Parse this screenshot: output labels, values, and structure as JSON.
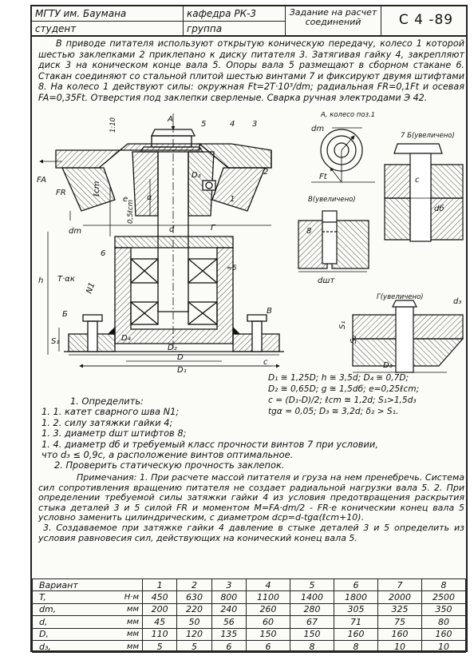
{
  "header": {
    "org": "МГТУ им. Баумана",
    "department": "кафедра РК-3",
    "task": "Задание на расчет соединений",
    "student": "студент",
    "group": "группа",
    "code": "С 4 -89"
  },
  "intro": "В приводе питателя используют открытую коническую передачу, колесо 1 которой шестью заклепками 2 приклепано к диску питателя 3. Затягивая гайку 4, закрепляют диск 3 на коническом конце вала 5. Опоры вала 5 размещают в сборном стакане 6. Стакан соединяют со стальной плитой шестью винтами 7 и фиксируют двумя штифтами 8. На колесо 1 действуют силы: окружная Ft=2T·10³/dm; радиальная FR=0,1Ft и осевая FA=0,35Ft. Отверстия под заклепки сверленые. Сварка ручная электродами Э 42.",
  "drawing": {
    "labels": {
      "a": "А",
      "n5": "5",
      "n4": "4",
      "n3": "3",
      "n2": "2",
      "n1": "1",
      "n6": "6",
      "n8": "8",
      "d3": "D₃",
      "fa": "FA",
      "fr": "FR",
      "ft": "Ft",
      "dm": "dm",
      "dm2": "dm",
      "lcm": "ℓcm",
      "alpha": "α",
      "d05": "0,5ℓcm",
      "dsm": "d",
      "dd": "D",
      "d1": "D₁",
      "d2": "D₂",
      "d4": "D₄",
      "h": "h",
      "s1": "S₁",
      "tak": "T·αк",
      "n1w": "N1",
      "b": "Б",
      "v": "В",
      "c": "c",
      "e": "е",
      "wheel_note": "А, колесо поз.1",
      "b_zoom": "7 Б(увеличено)",
      "v_zoom": "В(увеличено)",
      "g_zoom": "Г(увеличено)",
      "d3_small": "d₃",
      "db": "dб",
      "dsht": "dшт",
      "g": "Г",
      "s1b": "S₁",
      "s2": "S₂",
      "d3b": "D₃",
      "dim_10": "1:10",
      "gap": "≈5"
    }
  },
  "formulas": [
    "D₁ ≅ 1,25D;   h ≅ 3,5d;   D₄ ≅ 0,7D;",
    "D₂ ≅ 0,65D;   g ≅ 1,5dб;   e=0,25ℓcm;",
    "c = (D₁-D)/2;  ℓcm ≅ 1,2d;  S₁>1,5d₃",
    "tgα = 0,05;          D₃ ≅ 3,2d;  δ₂ > S₁."
  ],
  "tasks": {
    "heading": "1. Определить:",
    "items": [
      "1. 1. катет сварного шва N1;",
      "1. 2. силу затяжки гайки 4;",
      "1. 3. диаметр dшт штифтов 8;",
      "1. 4. диаметр dб и требуемый класс прочности винтов 7 при условии,"
    ],
    "item4_cont": "что d₃ ≤ 0,9c, а расположение винтов оптимальное.",
    "item5": "2. Проверить статическую прочность заклепок."
  },
  "notes": {
    "p1": "Примечания: 1. При расчете массой питателя и груза на нем пренебречь. Система сил сопротивления вращению питателя не создает радиальной нагрузки вала 5.  2. При определении требуемой силы затяжки гайки 4 из условия предотвращения раскрытия стыка деталей 3 и 5 силой FR и моментом M=FA·dm/2 - FR·e коническии конец вала 5 условно заменить цилиндрическим, с диаметром dср=d-tgα(ℓcm+10).",
    "p2": "3. Создаваемое при затяжке гайки 4 давление в стыке деталей 3 и 5 определить из условия равновесия сил, действующих на конический конец вала 5."
  },
  "table": {
    "header": {
      "name": "Вариант",
      "cols": [
        "1",
        "2",
        "3",
        "4",
        "5",
        "6",
        "7",
        "8"
      ]
    },
    "rows": [
      {
        "name": "T,",
        "unit": "Н·м",
        "values": [
          "450",
          "630",
          "800",
          "1100",
          "1400",
          "1800",
          "2000",
          "2500"
        ]
      },
      {
        "name": "dm,",
        "unit": "мм",
        "values": [
          "200",
          "220",
          "240",
          "260",
          "280",
          "305",
          "325",
          "350"
        ]
      },
      {
        "name": "d,",
        "unit": "мм",
        "values": [
          "45",
          "50",
          "56",
          "60",
          "67",
          "71",
          "75",
          "80"
        ]
      },
      {
        "name": "D,",
        "unit": "мм",
        "values": [
          "110",
          "120",
          "135",
          "150",
          "150",
          "160",
          "160",
          "160"
        ]
      },
      {
        "name": "d₃,",
        "unit": "мм",
        "values": [
          "5",
          "5",
          "6",
          "6",
          "8",
          "8",
          "10",
          "10"
        ]
      }
    ]
  }
}
